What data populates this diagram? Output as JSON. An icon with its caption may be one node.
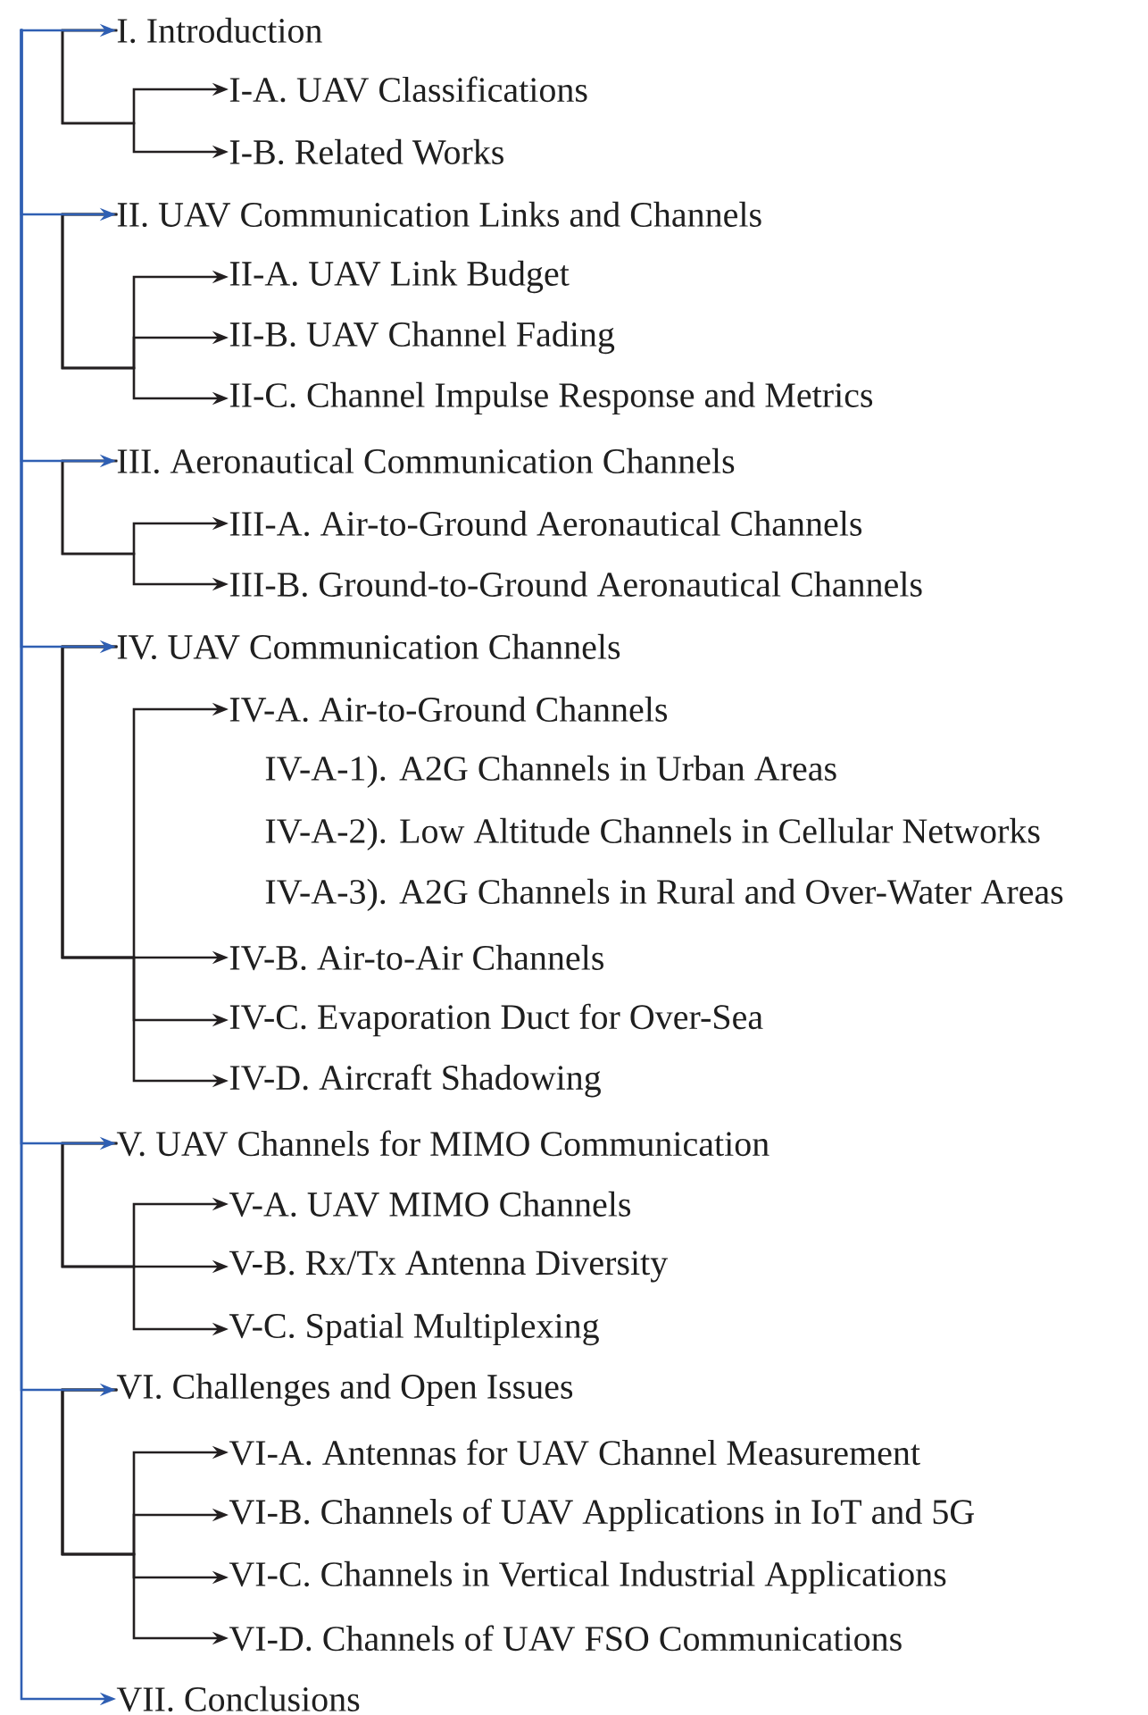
{
  "diagram": {
    "nodes": [
      {
        "text": [
          "I. Introduction"
        ]
      },
      {
        "text": [
          "I-A. UAV Classifications"
        ]
      },
      {
        "text": [
          "I-B. Related Works"
        ]
      },
      {
        "text": [
          "II. UAV Communication Links and Channels"
        ]
      },
      {
        "text": [
          "II-A. UAV Link Budget"
        ]
      },
      {
        "text": [
          "II-B. UAV Channel Fading"
        ]
      },
      {
        "text": [
          "II-C. Channel Impulse Response and Metrics"
        ]
      },
      {
        "text": [
          "III. Aeronautical Communication Channels"
        ]
      },
      {
        "text": [
          "III-A. Air-to-Ground Aeronautical Channels"
        ]
      },
      {
        "text": [
          "III-B. Ground-to-Ground Aeronautical Channels"
        ]
      },
      {
        "text": [
          "IV. UAV Communication Channels"
        ]
      },
      {
        "text": [
          "IV-A. Air-to-Ground Channels"
        ]
      },
      {
        "text": [
          "IV-B. Air-to-Air Channels"
        ]
      },
      {
        "text": [
          "IV-C. Evaporation Duct for Over-Sea"
        ]
      },
      {
        "text": [
          "IV-D. Aircraft Shadowing"
        ]
      },
      {
        "text": [
          "V. UAV Channels for MIMO Communication"
        ]
      },
      {
        "text": [
          "V-A. UAV MIMO Channels"
        ]
      },
      {
        "text": [
          "V-B. Rx/Tx Antenna Diversity"
        ]
      },
      {
        "text": [
          "V-C. Spatial Multiplexing"
        ]
      },
      {
        "text": [
          "VI. Challenges and Open Issues"
        ]
      },
      {
        "text": [
          "VI-A. Antennas for UAV Channel Measurement"
        ]
      },
      {
        "text": [
          "VI-B. Channels of UAV Applications in IoT and 5G"
        ]
      },
      {
        "text": [
          "VI-C. Channels in Vertical Industrial Applications"
        ]
      },
      {
        "text": [
          "VI-D. Channels of UAV FSO Communications"
        ]
      },
      {
        "text": [
          "VII. Conclusions"
        ]
      }
    ],
    "edges": [
      {
        "from": 0,
        "to": 1,
        "arrow": "to"
      },
      {
        "from": 0,
        "to": 2,
        "arrow": "to"
      },
      {
        "from": 3,
        "to": 4,
        "arrow": "to"
      },
      {
        "from": 3,
        "to": 5,
        "arrow": "to"
      },
      {
        "from": 3,
        "to": 6,
        "arrow": "to"
      },
      {
        "from": 7,
        "to": 8,
        "arrow": "to"
      },
      {
        "from": 7,
        "to": 9,
        "arrow": "to"
      },
      {
        "from": 10,
        "to": 11,
        "arrow": "to"
      },
      {
        "from": 10,
        "to": 12,
        "arrow": "to"
      },
      {
        "from": 10,
        "to": 13,
        "arrow": "to"
      },
      {
        "from": 10,
        "to": 14,
        "arrow": "to"
      },
      {
        "from": 15,
        "to": 16,
        "arrow": "to"
      },
      {
        "from": 15,
        "to": 17,
        "arrow": "to"
      },
      {
        "from": 15,
        "to": 18,
        "arrow": "to"
      },
      {
        "from": 19,
        "to": 20,
        "arrow": "to"
      },
      {
        "from": 19,
        "to": 21,
        "arrow": "to"
      },
      {
        "from": 19,
        "to": 22,
        "arrow": "to"
      },
      {
        "from": 19,
        "to": 23,
        "arrow": "to"
      },
      {
        "from": null,
        "to": 0,
        "arrow": "to",
        "color": "#2f5fb3"
      },
      {
        "from": null,
        "to": 3,
        "arrow": "to",
        "color": "#2f5fb3"
      },
      {
        "from": null,
        "to": 7,
        "arrow": "to",
        "color": "#2f5fb3"
      },
      {
        "from": null,
        "to": 10,
        "arrow": "to",
        "color": "#2f5fb3"
      },
      {
        "from": null,
        "to": 15,
        "arrow": "to",
        "color": "#2f5fb3"
      },
      {
        "from": null,
        "to": 19,
        "arrow": "to",
        "color": "#2f5fb3"
      },
      {
        "from": null,
        "to": 24,
        "arrow": "to",
        "color": "#2f5fb3"
      }
    ],
    "labels": [
      "IV-A-1). A2G Channels in Urban Areas",
      "IV-A-2). Low Altitude Channels in Cellular Networks",
      "IV-A-3). A2G Channels in Rural and Over-Water Areas"
    ]
  }
}
